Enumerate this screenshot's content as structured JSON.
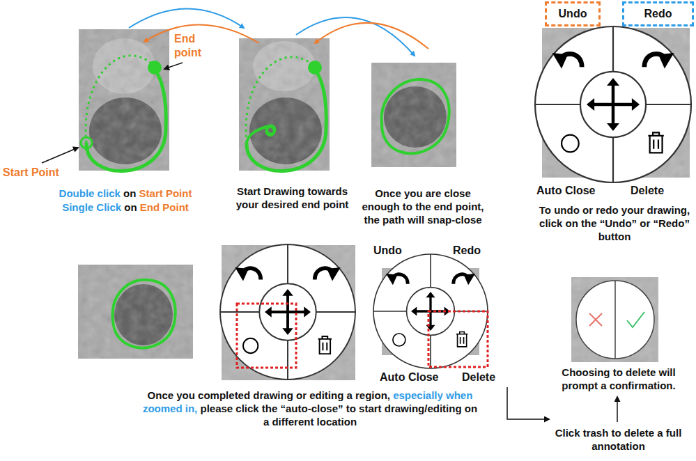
{
  "diagram": {
    "nodes": [
      {
        "text": [
          "Undo"
        ]
      },
      {
        "text": [
          "Redo"
        ]
      }
    ],
    "labels": [
      "End point",
      "Start Point",
      "Double click",
      "on",
      "Start Point",
      "Single Click",
      "on",
      "End Point",
      "Start Drawing towards your desired end point",
      "Once you are close enough to the end point, the path will snap-close",
      "Auto Close",
      "Delete",
      "To undo or redo your drawing, click on the “Undo” or “Redo” button",
      "Undo",
      "Redo",
      "Once you completed drawing or editing a region,",
      "especially when zoomed in,",
      "please click the “auto-close” to start drawing/editing on a different location",
      "Auto Close",
      "Delete",
      "Choosing to delete will prompt a confirmation.",
      "Click trash to delete a full annotation"
    ]
  }
}
